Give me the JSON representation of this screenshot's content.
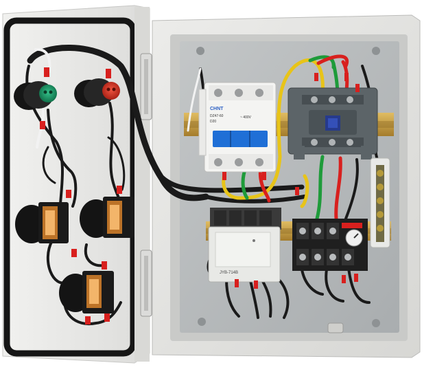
{
  "breaker": {
    "brand": "CHNT",
    "model_line1": "DZ47-60",
    "model_line2": "D20",
    "legend": "~ 400V"
  },
  "relay": {
    "model": "JYB-714B"
  },
  "colors": {
    "enclosure": "#e6e6e3",
    "backplate": "#b9bcbd",
    "din_rail": "#c9a24a",
    "contactor": "#5c6468",
    "breaker_handle": "#1f6fd6",
    "wire_black": "#1a1a1a",
    "wire_red": "#d8201e",
    "wire_yellow": "#e8c418",
    "wire_green": "#1e9b3a",
    "terminal_black": "#202020",
    "indicator_green": "#1a8a5a",
    "indicator_red": "#cc2b1f"
  },
  "icons": [
    "indicator-lamp-green",
    "indicator-lamp-red",
    "push-button",
    "ground-bus"
  ]
}
